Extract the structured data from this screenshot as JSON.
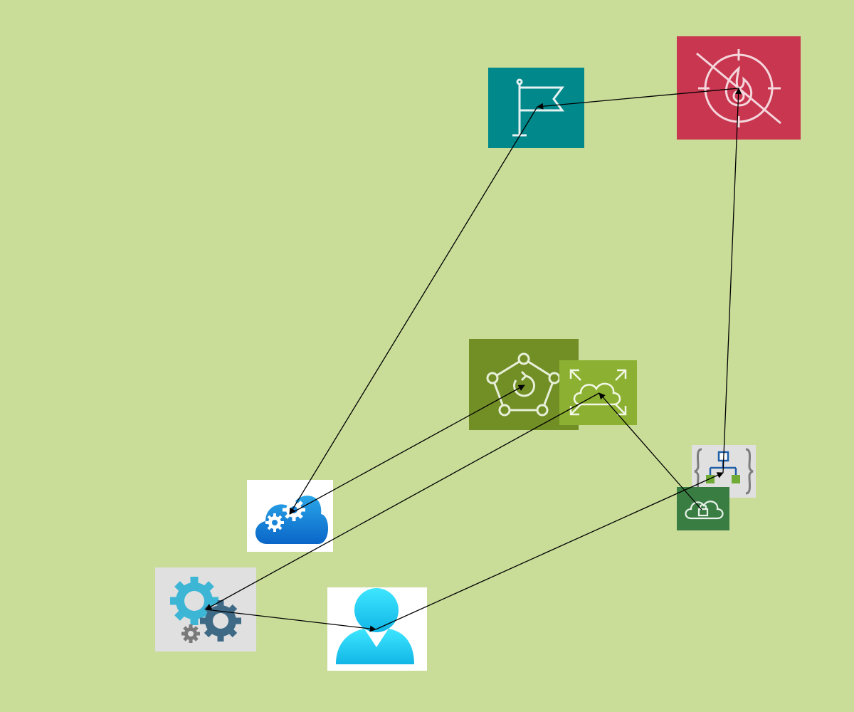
{
  "background": "#c9dc98",
  "colors": {
    "edge": "#000000",
    "flag_tile": "#00888a",
    "firewall_tile": "#c8364f",
    "center_tile": "#728f26",
    "autoscale_tile": "#8cb132",
    "vpn_tile": "#3a7d43",
    "gray_tile": "#e0e0e0",
    "blue_light": "#2aa6e8",
    "blue_dark": "#0a66c8",
    "gear_teal": "#3db6d6",
    "gear_slate": "#3f6a86",
    "gear_gray": "#7a7a7a",
    "user_cyan": "#22d6f4"
  },
  "nodes": [
    {
      "id": "flag",
      "icon": "flag-icon"
    },
    {
      "id": "firewall",
      "icon": "firewall-icon"
    },
    {
      "id": "center",
      "icon": "connection-hub-icon"
    },
    {
      "id": "autoscale",
      "icon": "cloud-autoscale-icon"
    },
    {
      "id": "api",
      "icon": "api-hierarchy-icon"
    },
    {
      "id": "vpn",
      "icon": "cloud-lock-icon"
    },
    {
      "id": "cloudgears",
      "icon": "cloud-gears-icon"
    },
    {
      "id": "gears",
      "icon": "gears-icon"
    },
    {
      "id": "user",
      "icon": "user-icon"
    }
  ],
  "edges": [
    {
      "from": "firewall",
      "to": "flag"
    },
    {
      "from": "flag",
      "to": "cloudgears"
    },
    {
      "from": "cloudgears",
      "to": "center"
    },
    {
      "from": "autoscale",
      "to": "gears"
    },
    {
      "from": "vpn",
      "to": "autoscale"
    },
    {
      "from": "api",
      "to": "firewall"
    },
    {
      "from": "gears",
      "to": "user"
    },
    {
      "from": "user",
      "to": "api"
    }
  ]
}
